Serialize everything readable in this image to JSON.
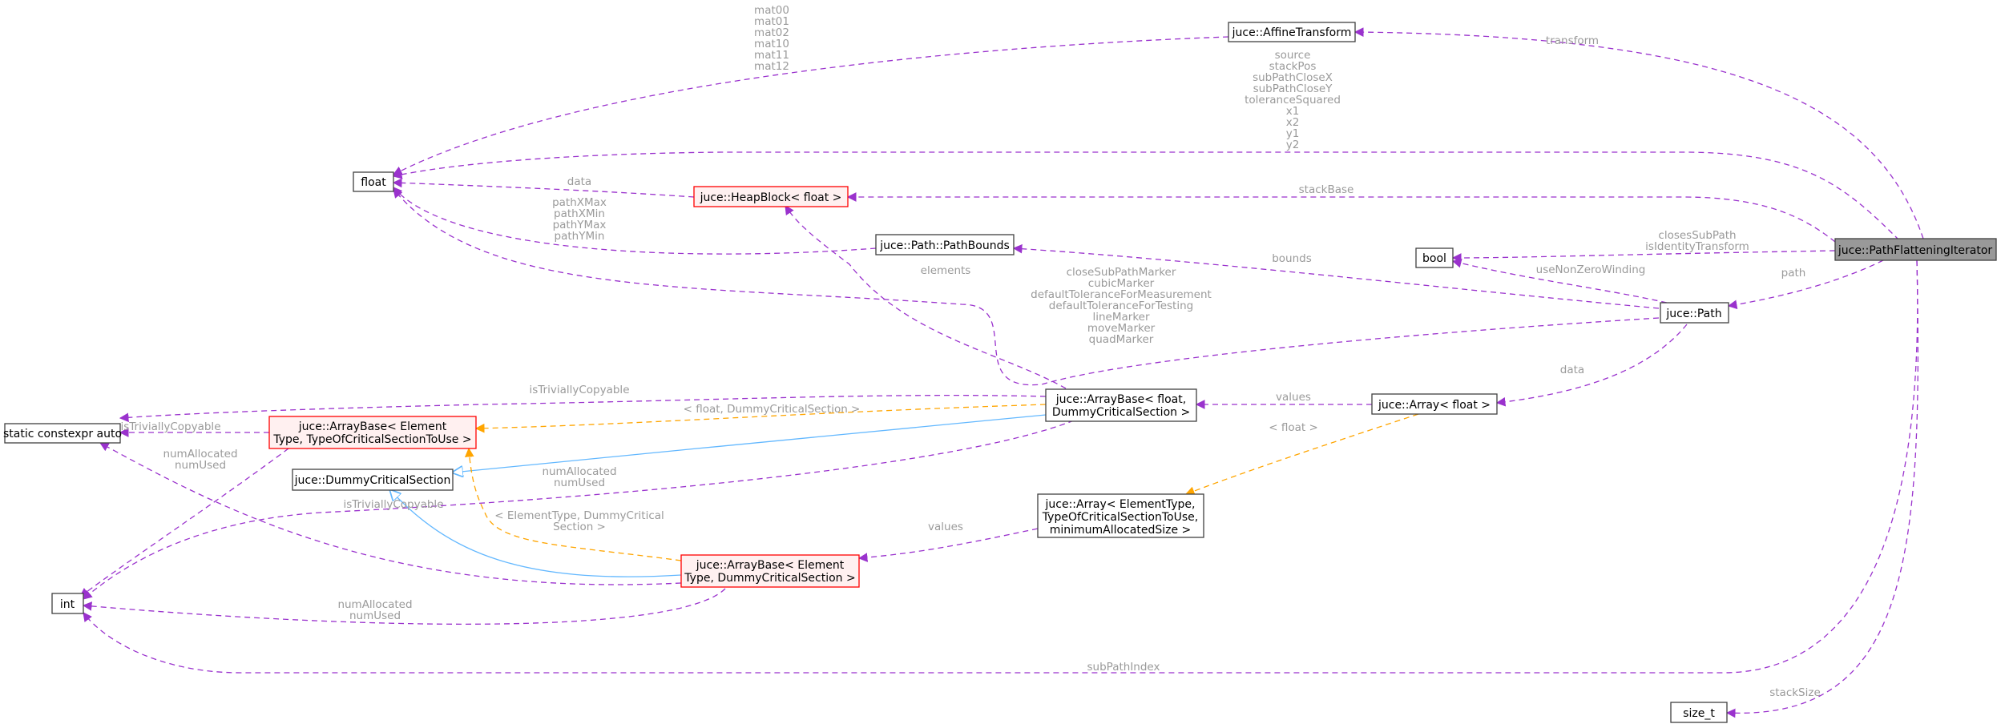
{
  "diagram": {
    "colors": {
      "member_edge": "#9a32cd",
      "template_edge": "#ffa500",
      "inherit_edge": "#63b8ff",
      "incomplete_node_border": "#ff0000",
      "focus_node_fill": "#999999",
      "edge_label": "#9a9a9a"
    },
    "nodes": {
      "affine": [
        "juce::AffineTransform"
      ],
      "float": [
        "float"
      ],
      "heapblock": [
        "juce::HeapBlock< float >"
      ],
      "pathbounds": [
        "juce::Path::PathBounds"
      ],
      "bool": [
        "bool"
      ],
      "focus": [
        "juce::PathFlatteningIterator"
      ],
      "path": [
        "juce::Path"
      ],
      "constexpr": [
        "static constexpr auto"
      ],
      "arraybase_template": [
        "juce::ArrayBase< Element",
        "Type, TypeOfCriticalSectionToUse >"
      ],
      "arraybase_float": [
        "juce::ArrayBase< float,",
        "DummyCriticalSection >"
      ],
      "array_float": [
        "juce::Array< float >"
      ],
      "dummycs": [
        "juce::DummyCriticalSection"
      ],
      "array_template": [
        "juce::Array< ElementType,",
        "TypeOfCriticalSectionToUse,",
        "minimumAllocatedSize >"
      ],
      "arraybase_element": [
        "juce::ArrayBase< Element",
        "Type, DummyCriticalSection >"
      ],
      "int": [
        "int"
      ],
      "size_t": [
        "size_t"
      ]
    },
    "edge_labels": {
      "affine_to_float": [
        "mat00",
        "mat01",
        "mat02",
        "mat10",
        "mat11",
        "mat12"
      ],
      "focus_to_affine": [
        "transform"
      ],
      "focus_to_float": [
        "source",
        "stackPos",
        "subPathCloseX",
        "subPathCloseY",
        "toleranceSquared",
        "x1",
        "x2",
        "y1",
        "y2"
      ],
      "heapblock_to_float": [
        "data"
      ],
      "focus_to_heapblock": [
        "stackBase"
      ],
      "pathbounds_to_float": [
        "pathXMax",
        "pathXMin",
        "pathYMax",
        "pathYMin"
      ],
      "focus_to_bool": [
        "closesSubPath",
        "isIdentityTransform"
      ],
      "path_to_bool": [
        "useNonZeroWinding"
      ],
      "path_to_pathbounds": [
        "bounds"
      ],
      "focus_to_path": [
        "path"
      ],
      "arraybase_float_to_heapblock": [
        "elements"
      ],
      "path_to_float": [
        "closeSubPathMarker",
        "cubicMarker",
        "defaultToleranceForMeasurement",
        "defaultToleranceForTesting",
        "lineMarker",
        "moveMarker",
        "quadMarker"
      ],
      "arraybase_float_to_constexpr": [
        "isTriviallyCopyable"
      ],
      "arraybase_template_to_constexpr": [
        "isTriviallyCopyable"
      ],
      "arraybase_float_to_template": [
        "< float, DummyCriticalSection >"
      ],
      "array_float_to_arraybase_float": [
        "values"
      ],
      "path_to_array_float": [
        "data"
      ],
      "array_float_to_array_template": [
        "< float >"
      ],
      "arraybase_template_to_int": [
        "numAllocated",
        "numUsed"
      ],
      "arraybase_float_to_int": [
        "numAllocated",
        "numUsed"
      ],
      "arraybase_element_to_constexpr": [
        "isTriviallyCopyable"
      ],
      "arraybase_element_to_template": [
        "< ElementType, DummyCritical",
        "Section >"
      ],
      "array_template_to_arraybase_element": [
        "values"
      ],
      "arraybase_element_to_int": [
        "numAllocated",
        "numUsed"
      ],
      "focus_to_int": [
        "subPathIndex"
      ],
      "focus_to_size_t": [
        "stackSize"
      ]
    }
  }
}
